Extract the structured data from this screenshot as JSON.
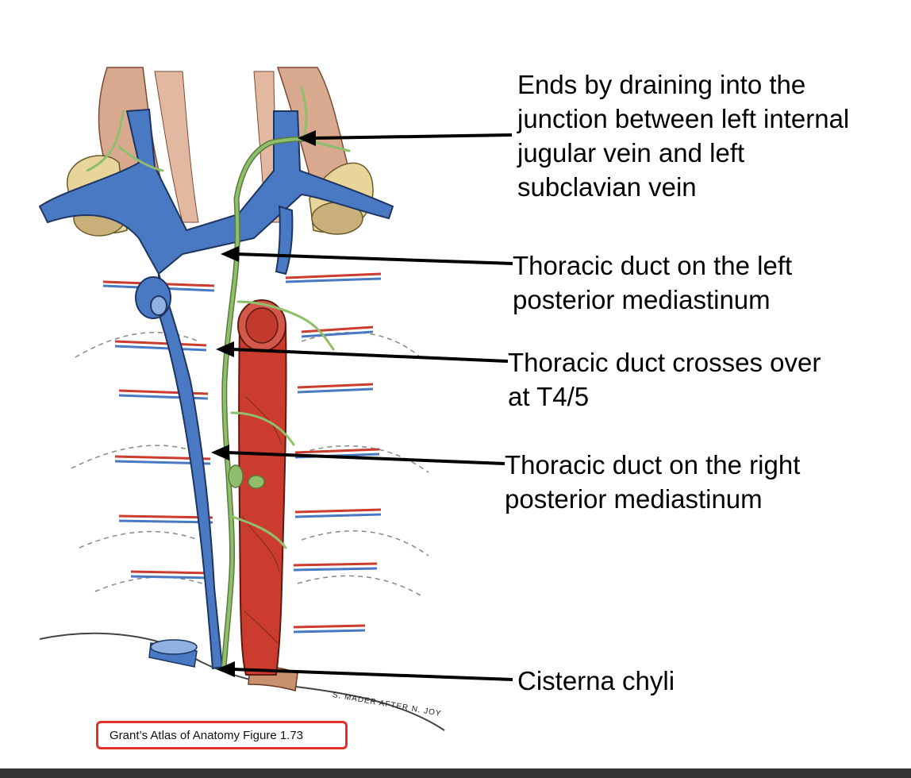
{
  "labels": [
    "Ends by draining into the\njunction between left internal\njugular vein and left\nsubclavian vein",
    "Thoracic duct on the left\nposterior mediastinum",
    "Thoracic duct crosses over\nat T4/5",
    "Thoracic duct on the right\nposterior mediastinum",
    "Cisterna chyli"
  ],
  "artist_credit": "S. MADER AFTER N. JOY",
  "caption": "Grant’s Atlas of Anatomy Figure 1.73",
  "colors": {
    "vein": "#4a79c4",
    "artery": "#cc3c2e",
    "lymph_duct": "#8fbf6a",
    "bone": "#e8d59a",
    "muscle": "#d9a98f",
    "caption_border": "#e0312b"
  }
}
